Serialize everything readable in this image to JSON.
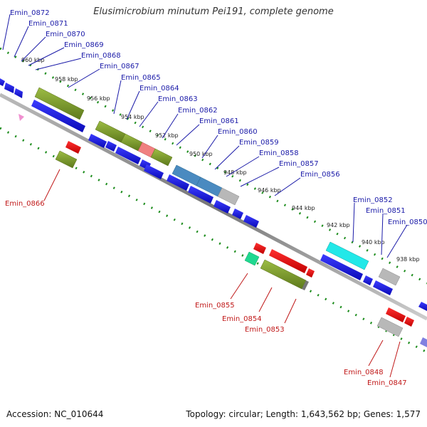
{
  "title": "Elusimicrobium minutum Pei191, complete genome",
  "footer": {
    "accession": "Accession: NC_010644",
    "summary": "Topology: circular; Length: 1,643,562 bp; Genes: 1,577"
  },
  "colors": {
    "forward_label": "#1a1aa8",
    "reverse_label": "#c01818",
    "backbone": "#999999",
    "tick": "#1c8c1c",
    "cds_blue": "#1f1fe8",
    "cds_red": "#f01010",
    "cog_green": "#7a9a2c",
    "cog_teal": "#4a8ac0",
    "cog_cyan": "#22e8e8",
    "cog_grey": "#b8b8b8",
    "cog_aqua": "#20d890",
    "cog_pink": "#f08080"
  },
  "scale_labels": [
    "960 kbp",
    "958 kbp",
    "956 kbp",
    "954 kbp",
    "952 kbp",
    "950 kbp",
    "948 kbp",
    "946 kbp",
    "944 kbp",
    "942 kbp",
    "940 kbp",
    "938 kbp"
  ],
  "forward_labels": [
    "Emin_0872",
    "Emin_0871",
    "Emin_0870",
    "Emin_0869",
    "Emin_0868",
    "Emin_0867",
    "Emin_0865",
    "Emin_0864",
    "Emin_0863",
    "Emin_0862",
    "Emin_0861",
    "Emin_0860",
    "Emin_0859",
    "Emin_0858",
    "Emin_0857",
    "Emin_0856",
    "Emin_0852",
    "Emin_0851",
    "Emin_0850"
  ],
  "reverse_labels": [
    "Emin_0866",
    "Emin_0855",
    "Emin_0854",
    "Emin_0853",
    "Emin_0848",
    "Emin_0847"
  ]
}
